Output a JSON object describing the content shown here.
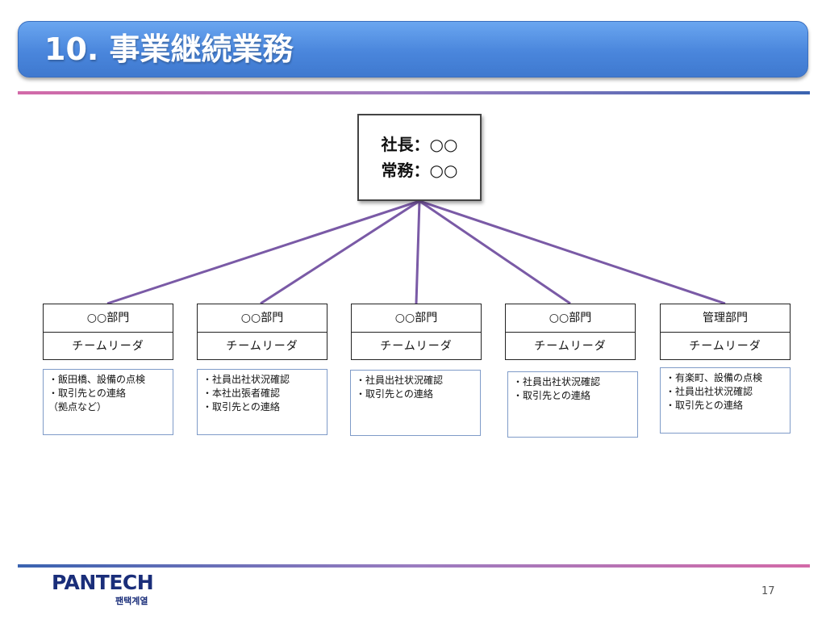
{
  "title": "10. 事業継続業務",
  "president": {
    "line1": "社長：○○",
    "line2": "常務：○○"
  },
  "departments": [
    {
      "name": "○○部門",
      "leader": "チームリーダ",
      "tasks": [
        "・飯田橋、設備の点検",
        "・取引先との連絡",
        "（拠点など）"
      ]
    },
    {
      "name": "○○部門",
      "leader": "チームリーダ",
      "tasks": [
        "・社員出社状況確認",
        "・本社出張者確認",
        "・取引先との連絡"
      ]
    },
    {
      "name": "○○部門",
      "leader": "チームリーダ",
      "tasks": [
        "・社員出社状況確認",
        "・取引先との連絡"
      ]
    },
    {
      "name": "○○部門",
      "leader": "チームリーダ",
      "tasks": [
        "・社員出社状況確認",
        "・取引先との連絡"
      ]
    },
    {
      "name": "管理部門",
      "leader": "チームリーダ",
      "tasks": [
        "・有楽町、設備の点検",
        "・社員出社状況確認",
        "・取引先との連絡"
      ]
    }
  ],
  "footer": {
    "logo_main": "PANTECH",
    "logo_sub": "팬택계열",
    "page_number": "17"
  },
  "colors": {
    "title_bar": "#4a86dc",
    "connector": "#7a5aa6",
    "task_border": "#7f9bc8"
  }
}
